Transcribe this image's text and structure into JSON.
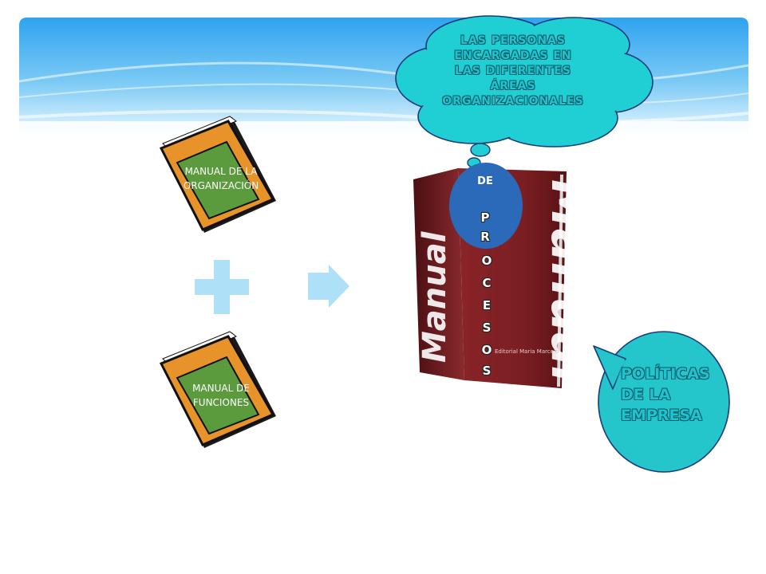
{
  "book1": {
    "label_lines": [
      "MANUAL DE LA",
      "ORGANIZACIÓN"
    ]
  },
  "book2": {
    "label_lines": [
      "MANUAL DE",
      "FUNCIONES"
    ]
  },
  "main_book": {
    "cover_word": "Manual",
    "publisher_text": "Editorial Maria Marcelo",
    "circle_label": "DE",
    "vertical_word": [
      "P",
      "R",
      "O",
      "C",
      "E",
      "S",
      "O",
      "S"
    ]
  },
  "thought_cloud": {
    "lines": [
      "LAS PERSONAS",
      "ENCARGADAS EN",
      "LAS DIFERENTES",
      "ÁREAS",
      "ORGANIZACIONALES"
    ]
  },
  "speech_bubble": {
    "lines": [
      "POLÍTICAS",
      "DE LA",
      "EMPRESA"
    ]
  },
  "colors": {
    "banner_top": "#2ea3ef",
    "banner_bottom": "#e9f7ff",
    "cloud_fill": "#1fcfd4",
    "bubble_fill": "#24c6cc",
    "book_cover": "#e8922a",
    "book_panel": "#5c9a3e",
    "main_book": "#7a1e22",
    "circle": "#2a6ab8",
    "symbol": "#aee0f8"
  },
  "icons": [
    "plus-icon",
    "arrow-right-icon"
  ]
}
